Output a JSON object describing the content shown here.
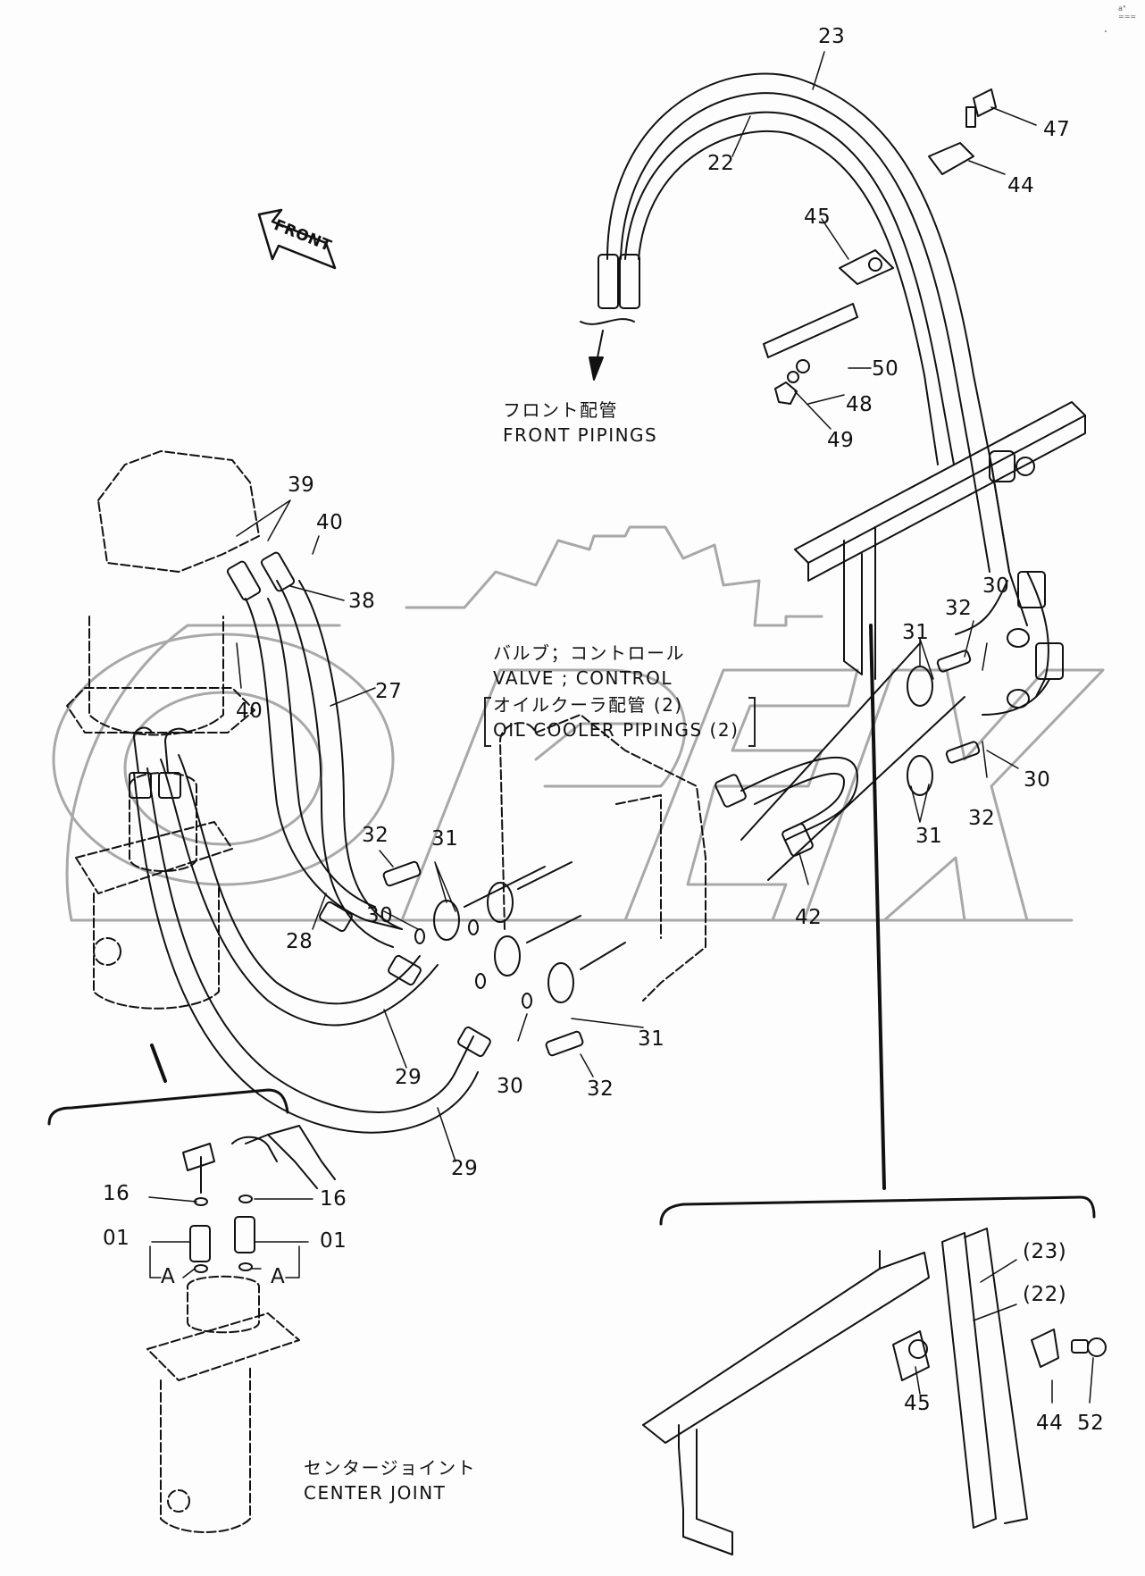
{
  "diagram": {
    "title": "Oil cooler pipings - control valve to center joint",
    "corner_mark": "a° ===",
    "direction_arrow": {
      "label": "FRONT"
    },
    "captions": {
      "front_pipings": {
        "jp": "フロント配管",
        "en": "FRONT PIPINGS"
      },
      "valve_control": {
        "jp": "バルブ；コントロール",
        "en": "VALVE ; CONTROL"
      },
      "oil_cooler_pipings": {
        "jp": "オイルクーラ配管 (2)",
        "en": "OIL  COOLER  PIPINGS (2)"
      },
      "center_joint": {
        "jp": "センタージョイント",
        "en": "CENTER  JOINT"
      }
    },
    "watermark": "OPEX",
    "callouts": [
      {
        "id": "23",
        "text": "23"
      },
      {
        "id": "22",
        "text": "22"
      },
      {
        "id": "47",
        "text": "47"
      },
      {
        "id": "44a",
        "text": "44"
      },
      {
        "id": "45a",
        "text": "45"
      },
      {
        "id": "50",
        "text": "50"
      },
      {
        "id": "48",
        "text": "48"
      },
      {
        "id": "49",
        "text": "49"
      },
      {
        "id": "39",
        "text": "39"
      },
      {
        "id": "40a",
        "text": "40"
      },
      {
        "id": "38",
        "text": "38"
      },
      {
        "id": "40b",
        "text": "40"
      },
      {
        "id": "27",
        "text": "27"
      },
      {
        "id": "32a",
        "text": "32"
      },
      {
        "id": "30a",
        "text": "30"
      },
      {
        "id": "31a",
        "text": "31"
      },
      {
        "id": "31b",
        "text": "31"
      },
      {
        "id": "30b",
        "text": "30"
      },
      {
        "id": "32b",
        "text": "32"
      },
      {
        "id": "31c",
        "text": "31"
      },
      {
        "id": "42",
        "text": "42"
      },
      {
        "id": "32c",
        "text": "32"
      },
      {
        "id": "31d",
        "text": "31"
      },
      {
        "id": "30c",
        "text": "30"
      },
      {
        "id": "30d",
        "text": "30"
      },
      {
        "id": "32d",
        "text": "32"
      },
      {
        "id": "28",
        "text": "28"
      },
      {
        "id": "29a",
        "text": "29"
      },
      {
        "id": "29b",
        "text": "29"
      },
      {
        "id": "16a",
        "text": "16"
      },
      {
        "id": "16b",
        "text": "16"
      },
      {
        "id": "01a",
        "text": "01"
      },
      {
        "id": "01b",
        "text": "01"
      },
      {
        "id": "Aa",
        "text": "A"
      },
      {
        "id": "Ab",
        "text": "A"
      },
      {
        "id": "23r",
        "text": "(23)"
      },
      {
        "id": "22r",
        "text": "(22)"
      },
      {
        "id": "45b",
        "text": "45"
      },
      {
        "id": "44b",
        "text": "44"
      },
      {
        "id": "52",
        "text": "52"
      }
    ]
  }
}
